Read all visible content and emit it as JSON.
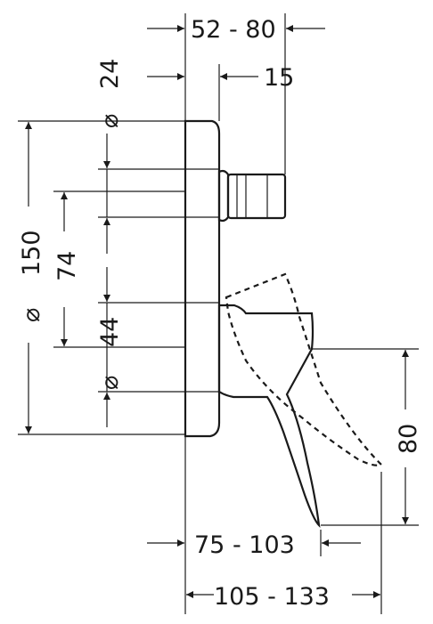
{
  "dimensions": {
    "top_depth": "52 - 80",
    "top_offset": "15",
    "height_total": "150",
    "dia_upper": "24",
    "spacing_74": "74",
    "spacing_44": "44",
    "dia_lower": "",
    "handle_height": "80",
    "handle_reach": "75 - 103",
    "total_reach": "105 - 133",
    "diameter_symbol": "⌀"
  }
}
